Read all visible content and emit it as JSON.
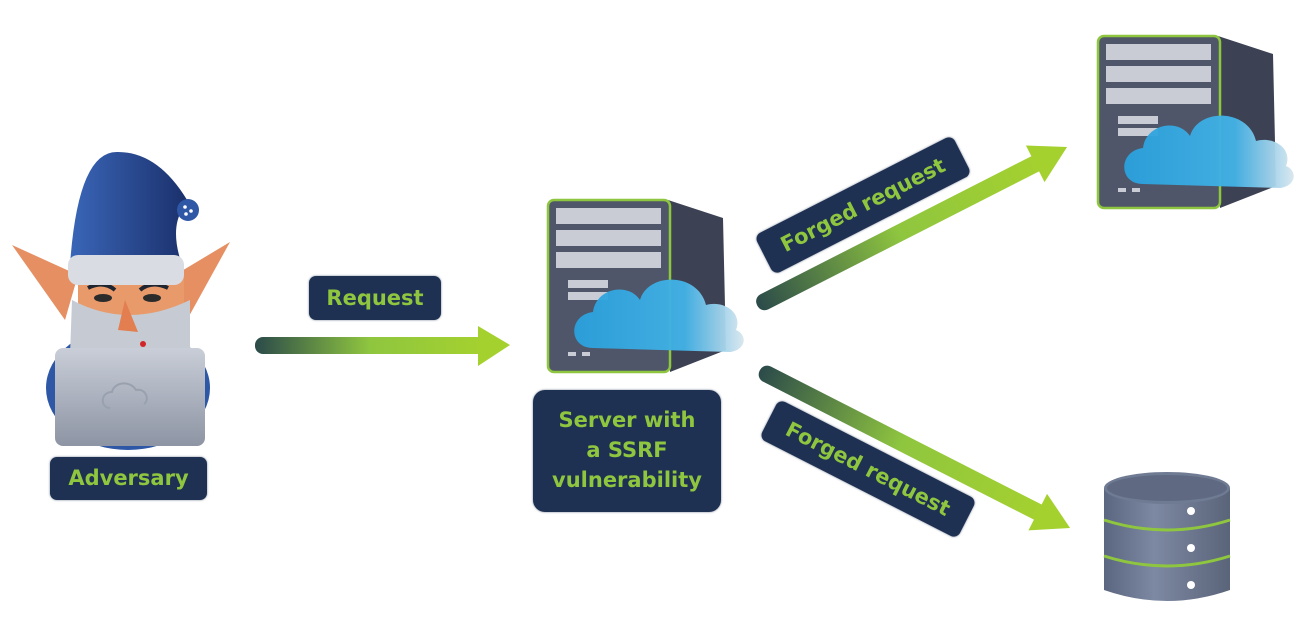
{
  "title": "SSRF attack flow diagram",
  "colors": {
    "label_bg": "#1f3152",
    "label_text": "#8fc63f",
    "arrow_start": "#2b4a4a",
    "arrow_end": "#9ccc2e",
    "cloud": "#2fa3dc",
    "server_body": "#4c5366",
    "db_body": "#6b7690"
  },
  "nodes": {
    "adversary": {
      "label": "Adversary",
      "icon": "hacker-elf-with-laptop-icon"
    },
    "vulnerable_server": {
      "label_lines": [
        "Server with",
        "a SSRF",
        "vulnerability"
      ],
      "icon": "cloud-server-icon"
    },
    "internal_server": {
      "icon": "cloud-server-icon"
    },
    "database": {
      "icon": "database-icon"
    }
  },
  "edges": [
    {
      "from": "adversary",
      "to": "vulnerable_server",
      "label": "Request"
    },
    {
      "from": "vulnerable_server",
      "to": "internal_server",
      "label": "Forged request"
    },
    {
      "from": "vulnerable_server",
      "to": "database",
      "label": "Forged request"
    }
  ]
}
